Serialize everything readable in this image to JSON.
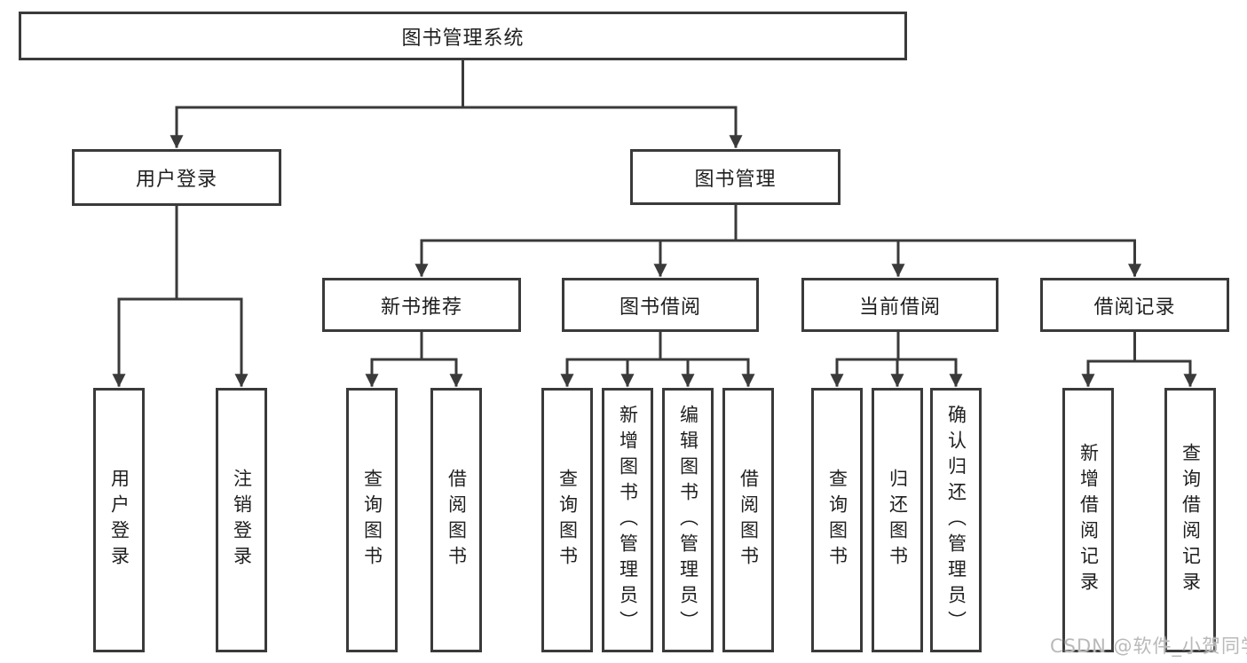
{
  "diagram": {
    "root": {
      "label": "图书管理系统"
    },
    "level2": [
      {
        "label": "用户登录"
      },
      {
        "label": "图书管理"
      }
    ],
    "level3": [
      {
        "label": "新书推荐"
      },
      {
        "label": "图书借阅"
      },
      {
        "label": "当前借阅"
      },
      {
        "label": "借阅记录"
      }
    ],
    "leaves": {
      "user_login": [
        {
          "label": "用户登录"
        },
        {
          "label": "注销登录"
        }
      ],
      "new_books": [
        {
          "label": "查询图书"
        },
        {
          "label": "借阅图书"
        }
      ],
      "book_borrow": [
        {
          "label": "查询图书"
        },
        {
          "label": "新增图书（管理员）"
        },
        {
          "label": "编辑图书（管理员）"
        },
        {
          "label": "借阅图书"
        }
      ],
      "current_borrow": [
        {
          "label": "查询图书"
        },
        {
          "label": "归还图书"
        },
        {
          "label": "确认归还（管理员）"
        }
      ],
      "borrow_records": [
        {
          "label": "新增借阅记录"
        },
        {
          "label": "查询借阅记录"
        }
      ]
    }
  },
  "watermark": {
    "text": "CSDN @软件_小贺同学"
  },
  "colors": {
    "line": "#3a3a3a",
    "text": "#1f1f1f",
    "watermark": "#b9b9b9",
    "background": "#ffffff"
  }
}
